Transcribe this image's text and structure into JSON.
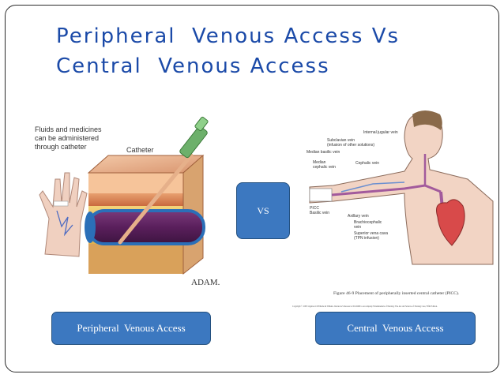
{
  "slide": {
    "title_line1": "Peripheral  Venous Access Vs",
    "title_line2": "Central  Venous Access",
    "vs_label": "VS",
    "left_caption": "Peripheral  Venous Access",
    "right_caption": "Central  Venous Access"
  },
  "left_figure": {
    "note_line1": "Fluids and medicines",
    "note_line2": "can be administered",
    "note_line3": "through catheter",
    "catheter_label": "Catheter",
    "logo": "ADAM."
  },
  "right_figure": {
    "labels": {
      "internal_jugular": "Internal jugular vein",
      "subclavian": "Subclavian vein",
      "subclavian_note": "(infusion of other solutions)",
      "median_basilic": "Median basilic vein",
      "cephalic": "Cephalic vein",
      "median_cephalic": "Median",
      "median_cephalic2": "cephalic vein",
      "picc": "PICC",
      "basilic": "Basilic vein",
      "axillary": "Axillary vein",
      "brachiocephalic": "Brachiocephalic",
      "brachiocephalic2": "vein",
      "svc": "Superior vena cava",
      "svc_note": "(TPN infusion)"
    },
    "figure_caption": "Figure 46-9 Placement of peripherally inserted central catheter (PICC).",
    "copyright": "Copyright © 2005 Lippincott Williams & Wilkins. Instructor's Resource CD-ROM to Accompany Fundamentals of Nursing: The Art and Science of Nursing Care, Fifth Edition."
  },
  "colors": {
    "title": "#1b4aa8",
    "box_fill": "#3c78c0",
    "box_border": "#23507f"
  }
}
